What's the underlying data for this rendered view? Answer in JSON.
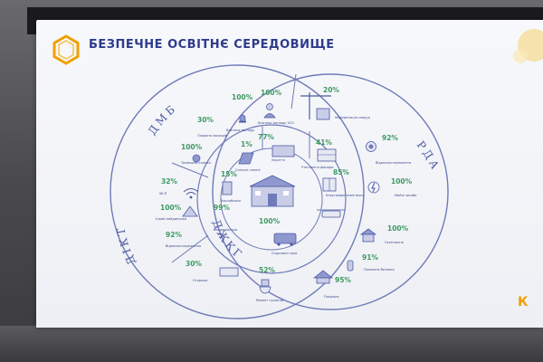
{
  "slide": {
    "title": "БЕЗПЕЧНЕ ОСВІТНЄ СЕРЕДОВИЩЕ",
    "corner_logo": "К"
  },
  "arc_labels": [
    "ДМБ",
    "ДІКТ",
    "РДА",
    "ДЖКГ"
  ],
  "items": [
    {
      "pct": "100%",
      "caption": "Безпека закладу"
    },
    {
      "pct": "100%",
      "caption": "Безпека закладу ЗСО"
    },
    {
      "pct": "20%",
      "caption": "Модернізація споруд"
    },
    {
      "pct": "30%",
      "caption": "Охорона закладів"
    },
    {
      "pct": "92%",
      "caption": "Відеоспостереження"
    },
    {
      "pct": "100%",
      "caption": "Тривожна кнопка"
    },
    {
      "pct": "77%",
      "caption": "Укриття"
    },
    {
      "pct": "41%",
      "caption": "Утеплення фасадів"
    },
    {
      "pct": "1%",
      "caption": "Сонячні панелі"
    },
    {
      "pct": "85%",
      "caption": "Енергоефективні вікна"
    },
    {
      "pct": "32%",
      "caption": "Wi-Fi"
    },
    {
      "pct": "15%",
      "caption": "Харчоблоки"
    },
    {
      "pct": "100%",
      "caption": "Мийні засоби"
    },
    {
      "pct": "100%",
      "caption": "Ігрові майданчики"
    },
    {
      "pct": "99%",
      "caption": "Кондиціонери"
    },
    {
      "pct": "100%",
      "caption": "Спортивні зали"
    },
    {
      "pct": "100%",
      "caption": "Освітлення"
    },
    {
      "pct": "92%",
      "caption": "Відеоспостереження"
    },
    {
      "pct": "91%",
      "caption": "Пожежна безпека"
    },
    {
      "pct": "30%",
      "caption": "Огорожа"
    },
    {
      "pct": "95%",
      "caption": "Покрівля"
    },
    {
      "pct": "52%",
      "caption": "Ремонт туалетів"
    }
  ]
}
